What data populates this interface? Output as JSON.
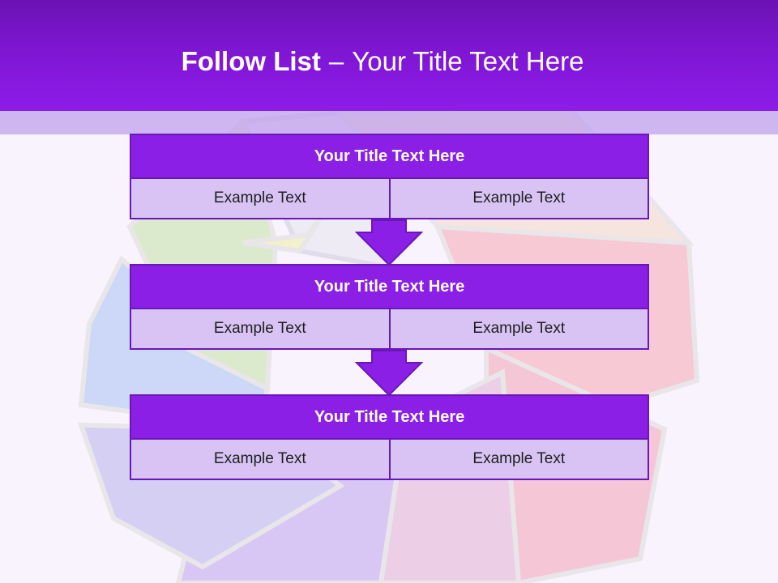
{
  "slide": {
    "title_bold": "Follow List",
    "title_separator": "–",
    "title_rest": "Your Title Text Here"
  },
  "blocks": [
    {
      "title": "Your Title Text Here",
      "left": "Example Text",
      "right": "Example Text"
    },
    {
      "title": "Your Title Text Here",
      "left": "Example Text",
      "right": "Example Text"
    },
    {
      "title": "Your Title Text Here",
      "left": "Example Text",
      "right": "Example Text"
    }
  ],
  "colors": {
    "header": "#8d1ce8",
    "block_title": "#8b1fe6",
    "block_row": "#d8c3f4",
    "border": "#6a17b8",
    "arrow": "#8b1fe6"
  }
}
